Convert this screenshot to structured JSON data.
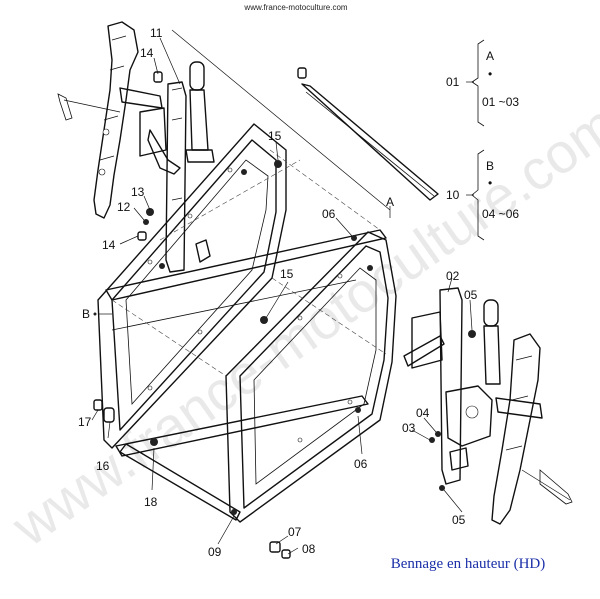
{
  "source_url": "www.france-motoculture.com",
  "watermark": "www.france-motoculture.com",
  "caption": "Bennage en hauteur (HD)",
  "callouts": {
    "p11": "11",
    "p14a": "14",
    "p15a": "15",
    "p13": "13",
    "p12": "12",
    "p14b": "14",
    "p06a": "06",
    "pA": "A",
    "p15b": "15",
    "pB": "B",
    "p02": "02",
    "p05a": "05",
    "p04": "04",
    "p03": "03",
    "p06b": "06",
    "p17": "17",
    "p16": "16",
    "p18": "18",
    "p09": "09",
    "p07": "07",
    "p08": "08",
    "p05b": "05"
  },
  "legend": {
    "group1": {
      "number": "01",
      "letter": "A",
      "dot": "•",
      "range": "01 ~03"
    },
    "group2": {
      "number": "10",
      "letter": "B",
      "dot": "•",
      "range": "04 ~06"
    }
  }
}
